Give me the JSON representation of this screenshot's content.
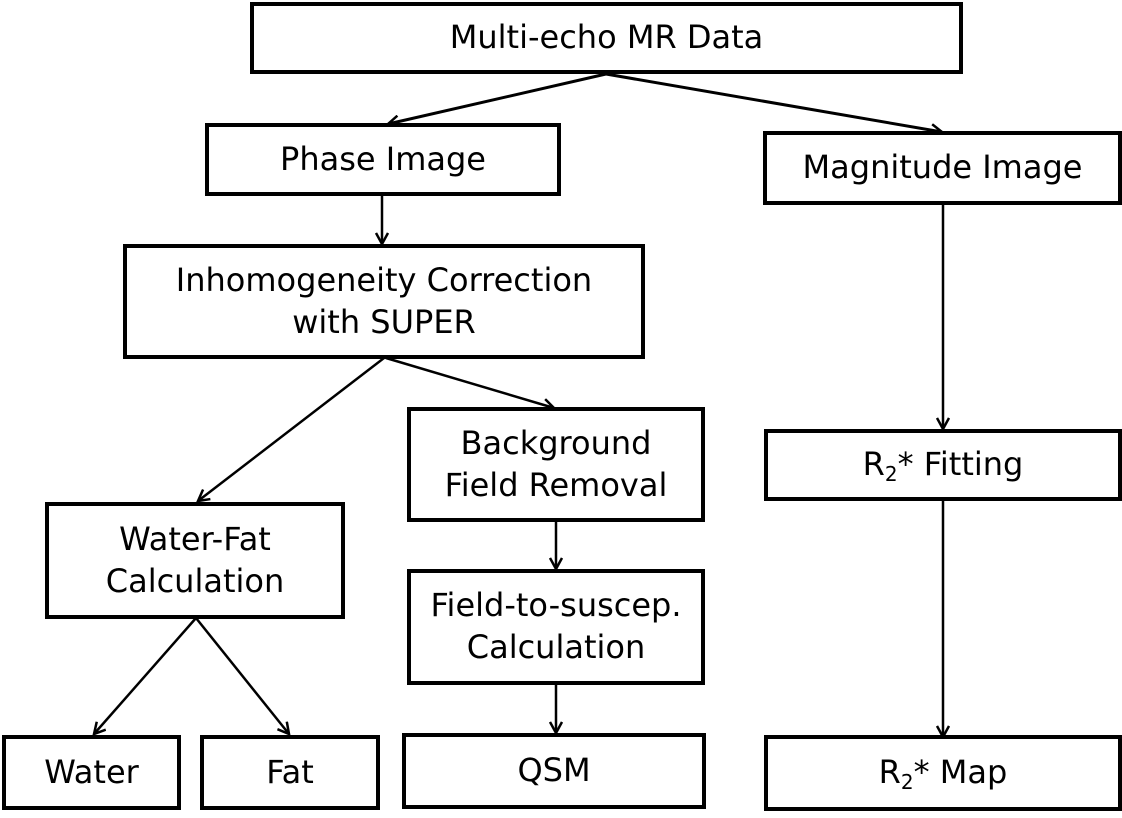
{
  "diagram": {
    "type": "flowchart",
    "nodes": {
      "mr_data": {
        "label": "Multi-echo MR Data"
      },
      "phase": {
        "label": "Phase Image"
      },
      "magnitude": {
        "label": "Magnitude Image"
      },
      "inhomogeneity": {
        "line1": "Inhomogeneity Correction",
        "line2": "with SUPER"
      },
      "background": {
        "line1": "Background",
        "line2": "Field Removal"
      },
      "water_fat": {
        "line1": "Water-Fat",
        "line2": "Calculation"
      },
      "field_to_suscep": {
        "line1": "Field-to-suscep.",
        "line2": "Calculation"
      },
      "r2_fitting": {
        "prefix": "R",
        "sub": "2",
        "suffix": "* Fitting"
      },
      "water": {
        "label": "Water"
      },
      "fat": {
        "label": "Fat"
      },
      "qsm": {
        "label": "QSM"
      },
      "r2_map": {
        "prefix": "R",
        "sub": "2",
        "suffix": "* Map"
      }
    },
    "edges": [
      {
        "from": "mr_data",
        "to": "phase"
      },
      {
        "from": "mr_data",
        "to": "magnitude"
      },
      {
        "from": "phase",
        "to": "inhomogeneity"
      },
      {
        "from": "inhomogeneity",
        "to": "water_fat"
      },
      {
        "from": "inhomogeneity",
        "to": "background"
      },
      {
        "from": "background",
        "to": "field_to_suscep"
      },
      {
        "from": "field_to_suscep",
        "to": "qsm"
      },
      {
        "from": "water_fat",
        "to": "water"
      },
      {
        "from": "water_fat",
        "to": "fat"
      },
      {
        "from": "magnitude",
        "to": "r2_fitting"
      },
      {
        "from": "r2_fitting",
        "to": "r2_map"
      }
    ]
  }
}
